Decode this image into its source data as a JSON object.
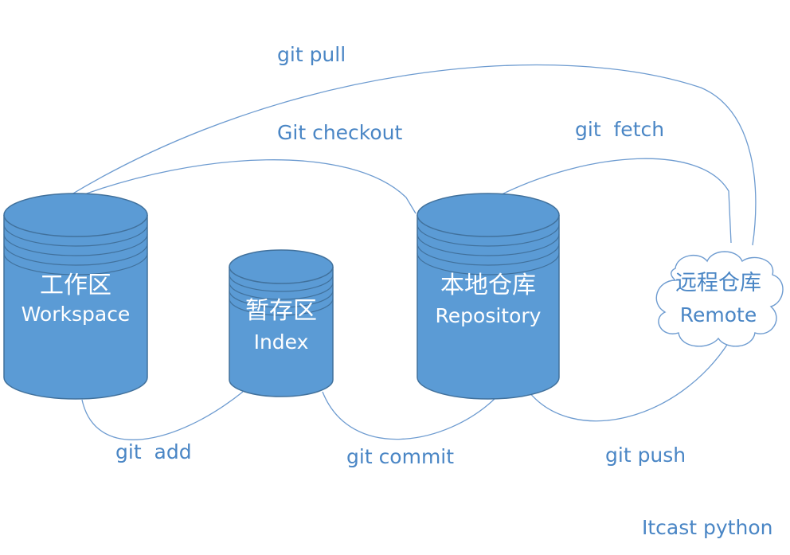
{
  "nodes": {
    "workspace": {
      "title": "工作区",
      "subtitle": "Workspace"
    },
    "index": {
      "title": "暂存区",
      "subtitle": "Index"
    },
    "repository": {
      "title": "本地仓库",
      "subtitle": "Repository"
    },
    "remote": {
      "title": "远程仓库",
      "subtitle": "Remote"
    }
  },
  "edges": {
    "pull": "git pull",
    "checkout": "Git checkout",
    "fetch": "git  fetch",
    "add": "git  add",
    "commit": "git commit",
    "push": "git push"
  },
  "watermark": "Itcast python",
  "colors": {
    "cylinder_fill": "#5b9bd5",
    "cylinder_stroke": "#41719c",
    "line": "#6d9bd0",
    "text_blue": "#4a86c5"
  }
}
